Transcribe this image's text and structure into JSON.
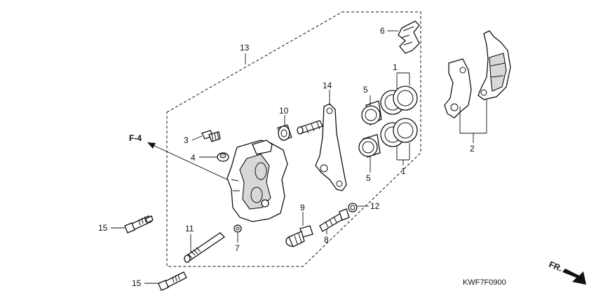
{
  "diagram": {
    "labels": {
      "p1a": "1",
      "p1b": "1",
      "p2": "2",
      "p3": "3",
      "p4": "4",
      "p5a": "5",
      "p5b": "5",
      "p6": "6",
      "p7": "7",
      "p8": "8",
      "p9": "9",
      "p10": "10",
      "p11": "11",
      "p12": "12",
      "p13": "13",
      "p14": "14",
      "p15a": "15",
      "p15b": "15",
      "ref_f4": "F-4",
      "front": "FR.",
      "drawing_code": "KWF7F0900"
    }
  }
}
